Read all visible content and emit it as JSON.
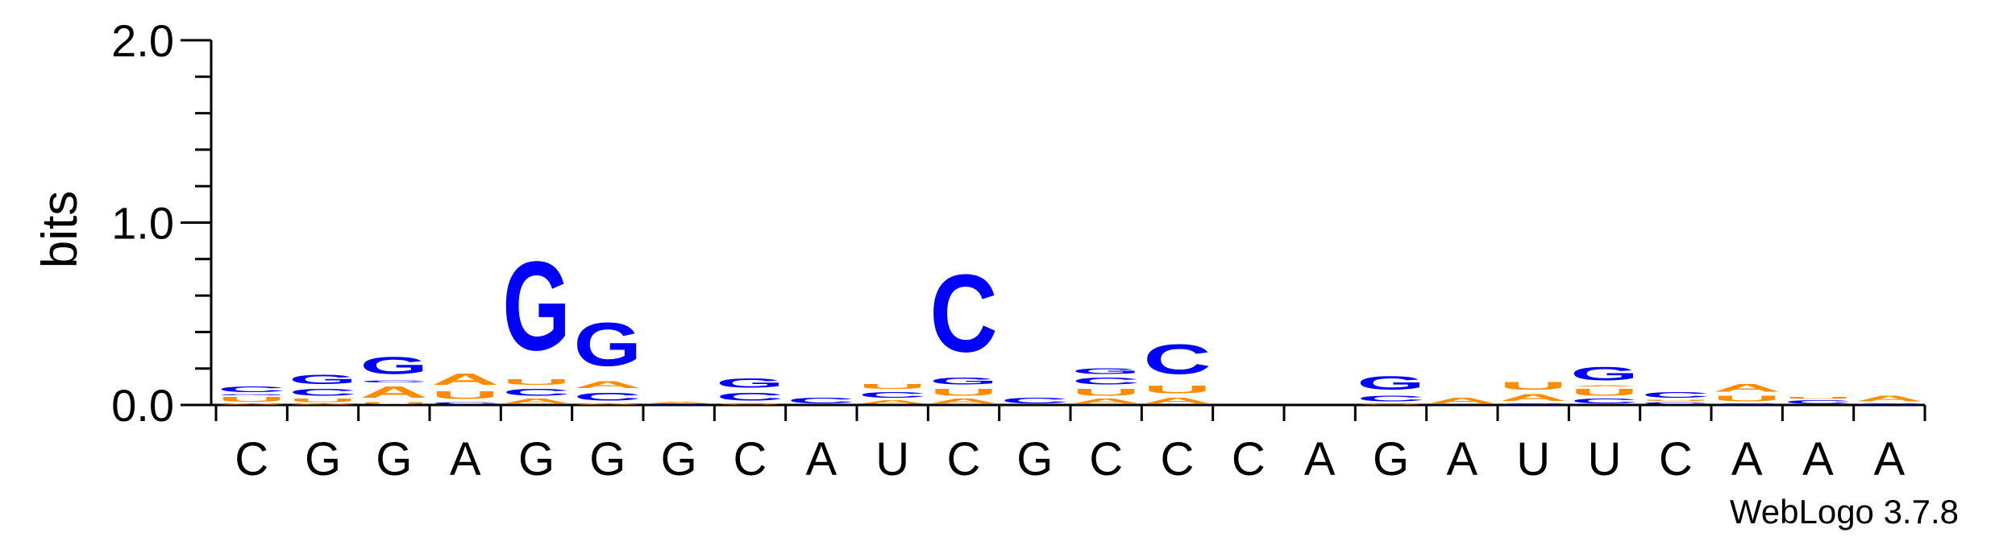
{
  "chart_data": {
    "type": "sequence-logo",
    "ylabel": "bits",
    "ylim": [
      0,
      2
    ],
    "y_ticks": [
      "0.0",
      "1.0",
      "2.0"
    ],
    "y_tick_values": [
      0,
      1,
      2
    ],
    "x_labels": [
      "C",
      "G",
      "G",
      "A",
      "G",
      "G",
      "G",
      "C",
      "A",
      "U",
      "C",
      "G",
      "C",
      "C",
      "C",
      "A",
      "G",
      "A",
      "U",
      "U",
      "C",
      "A",
      "A",
      "A"
    ],
    "footer": "WebLogo 3.7.8",
    "colors": {
      "A": "#ff8c00",
      "U": "#ff8c00",
      "C": "#0000ff",
      "G": "#0000ff"
    },
    "positions": [
      [
        [
          "A",
          0.01
        ],
        [
          "U",
          0.04
        ],
        [
          "G",
          0.01
        ],
        [
          "C",
          0.05
        ]
      ],
      [
        [
          "A",
          0.01
        ],
        [
          "U",
          0.03
        ],
        [
          "C",
          0.06
        ],
        [
          "G",
          0.08
        ]
      ],
      [
        [
          "U",
          0.02
        ],
        [
          "A",
          0.1
        ],
        [
          "C",
          0.02
        ],
        [
          "G",
          0.15
        ]
      ],
      [
        [
          "C",
          0.02
        ],
        [
          "U",
          0.07
        ],
        [
          "A",
          0.1
        ]
      ],
      [
        [
          "A",
          0.04
        ],
        [
          "C",
          0.06
        ],
        [
          "U",
          0.05
        ],
        [
          "G",
          0.78
        ]
      ],
      [
        [
          "A",
          0.01
        ],
        [
          "C",
          0.07
        ],
        [
          "A",
          0.06
        ],
        [
          "G",
          0.38
        ]
      ],
      [
        [
          "C",
          0.01
        ],
        [
          "A",
          0.01
        ]
      ],
      [
        [
          "U",
          0.01
        ],
        [
          "C",
          0.07
        ],
        [
          "G",
          0.08
        ]
      ],
      [
        [
          "C",
          0.05
        ]
      ],
      [
        [
          "A",
          0.03
        ],
        [
          "C",
          0.05
        ],
        [
          "U",
          0.04
        ]
      ],
      [
        [
          "A",
          0.04
        ],
        [
          "U",
          0.06
        ],
        [
          "G",
          0.06
        ],
        [
          "C",
          0.68
        ]
      ],
      [
        [
          "C",
          0.05
        ]
      ],
      [
        [
          "A",
          0.04
        ],
        [
          "U",
          0.06
        ],
        [
          "C",
          0.06
        ],
        [
          "G",
          0.05
        ]
      ],
      [
        [
          "A",
          0.05
        ],
        [
          "U",
          0.07
        ],
        [
          "C",
          0.26
        ]
      ],
      [],
      [],
      [
        [
          "U",
          0.01
        ],
        [
          "C",
          0.05
        ],
        [
          "G",
          0.12
        ]
      ],
      [
        [
          "A",
          0.05
        ]
      ],
      [
        [
          "C",
          0.01
        ],
        [
          "A",
          0.06
        ],
        [
          "U",
          0.07
        ]
      ],
      [
        [
          "C",
          0.04
        ],
        [
          "U",
          0.06
        ],
        [
          "A",
          0.01
        ],
        [
          "G",
          0.12
        ]
      ],
      [
        [
          "C",
          0.02
        ],
        [
          "U",
          0.01
        ],
        [
          "C",
          0.05
        ]
      ],
      [
        [
          "C",
          0.01
        ],
        [
          "U",
          0.05
        ],
        [
          "A",
          0.07
        ]
      ],
      [
        [
          "C",
          0.03
        ],
        [
          "U",
          0.02
        ]
      ],
      [
        [
          "C",
          0.01
        ],
        [
          "A",
          0.05
        ]
      ]
    ]
  }
}
